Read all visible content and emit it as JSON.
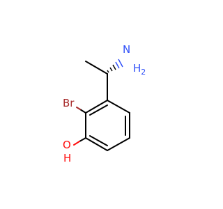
{
  "molecule": {
    "labels": {
      "amine_n": "N",
      "amine_h": "H",
      "amine_h_sub": "2",
      "bromine": "Br",
      "hydroxyl_o": "O",
      "hydroxyl_h": "H"
    },
    "colors": {
      "bond": "#000000",
      "nitrogen": "#3050F8",
      "bromine": "#A62929",
      "oxygen": "#FF0D0D"
    }
  }
}
